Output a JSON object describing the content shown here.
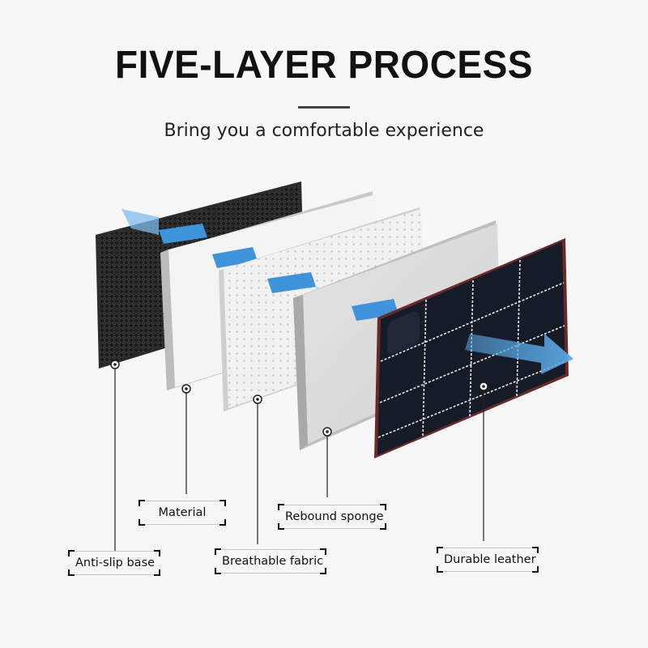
{
  "header": {
    "title": "FIVE-LAYER PROCESS",
    "subtitle": "Bring you a comfortable experience"
  },
  "layers": [
    {
      "label": "Anti-slip base"
    },
    {
      "label": "Material"
    },
    {
      "label": "Breathable fabric"
    },
    {
      "label": "Rebound sponge"
    },
    {
      "label": "Durable leather"
    }
  ],
  "colors": {
    "background": "#f7f7f7",
    "flow_arrow": "#5aa8e6",
    "leather": "#1c2433",
    "stitching": "#e8e8e8"
  }
}
